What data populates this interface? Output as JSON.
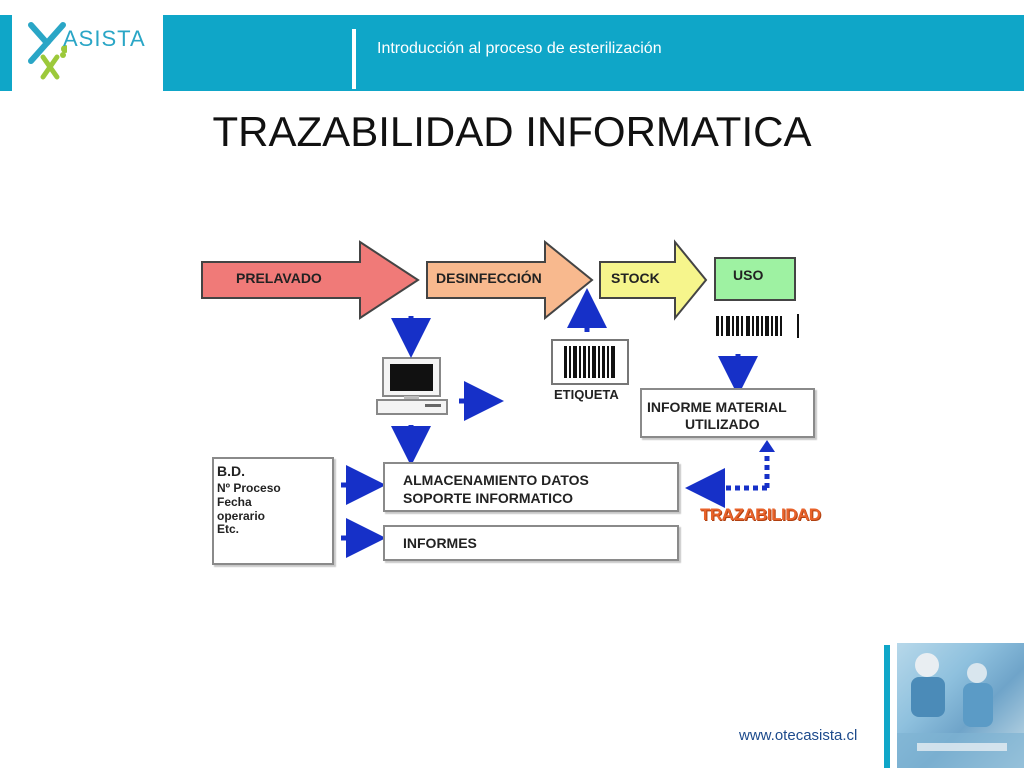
{
  "header": {
    "logo_text": "ASISTA",
    "subtitle": "Introducción al proceso de esterilización"
  },
  "title": "TRAZABILIDAD INFORMATICA",
  "diagram": {
    "arrows": [
      {
        "label": "PRELAVADO",
        "color": "#f07a78"
      },
      {
        "label": "DESINFECCIÓN",
        "color": "#f8b98e"
      },
      {
        "label": "STOCK",
        "color": "#f6f58c"
      },
      {
        "label": "USO",
        "color": "#9ef2a2"
      }
    ],
    "etiqueta": "ETIQUETA",
    "informe_material": [
      "INFORME MATERIAL",
      "UTILIZADO"
    ],
    "bd": [
      "B.D.",
      "Nº Proceso",
      "Fecha",
      "operario",
      "Etc."
    ],
    "almacenamiento": [
      "ALMACENAMIENTO DATOS",
      "SOPORTE INFORMATICO"
    ],
    "informes": "INFORMES",
    "trazabilidad": "TRAZABILIDAD",
    "arrow_color": "#1630c8"
  },
  "footer": {
    "url": "www.otecasista.cl"
  }
}
